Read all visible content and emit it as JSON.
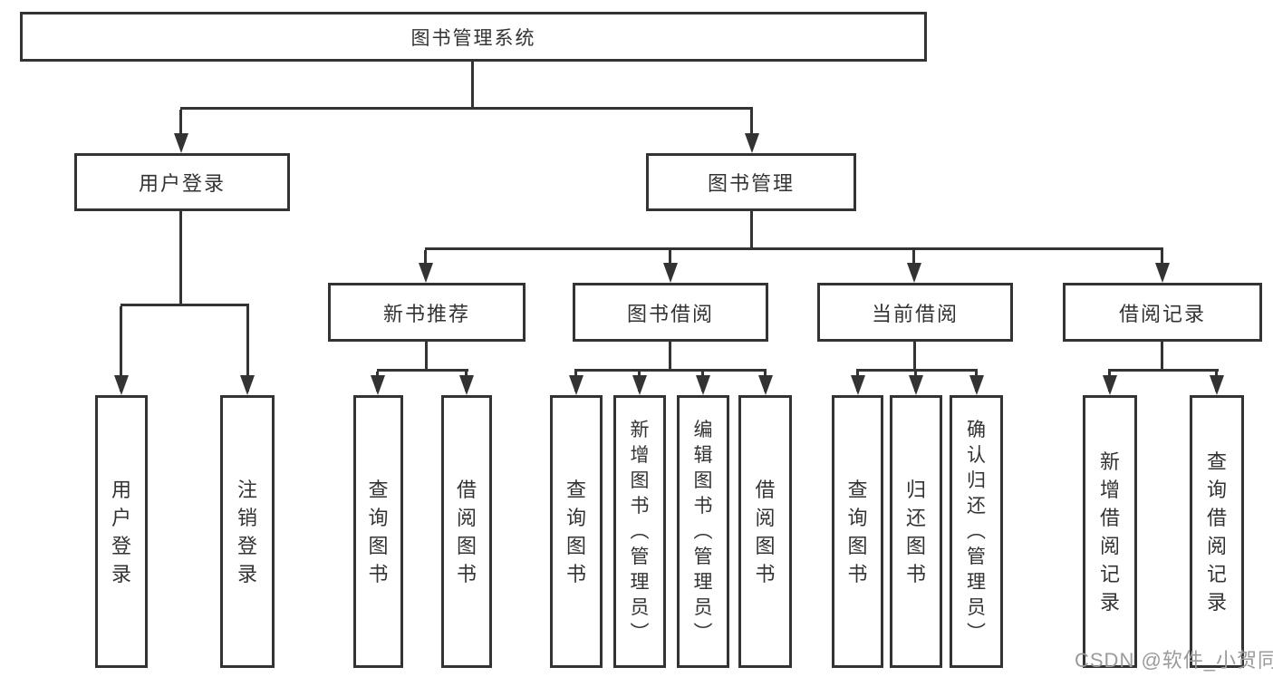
{
  "nodes": {
    "root": "图书管理系统",
    "l2": [
      "用户登录",
      "图书管理"
    ],
    "l3": [
      "新书推荐",
      "图书借阅",
      "当前借阅",
      "借阅记录"
    ],
    "g1": [
      "用户登录",
      "注销登录"
    ],
    "g2": [
      "查询图书",
      "借阅图书"
    ],
    "g3": [
      "查询图书",
      "新增图书（管理员）",
      "编辑图书（管理员）",
      "借阅图书"
    ],
    "g4": [
      "查询图书",
      "归还图书",
      "确认归还（管理员）"
    ],
    "g5": [
      "新增借阅记录",
      "查询借阅记录"
    ]
  },
  "watermark": "CSDN @软件_小贺同学",
  "colors": {
    "line": "#333333",
    "text": "#333333",
    "watermark": "#9b9b9b",
    "background": "#ffffff"
  }
}
